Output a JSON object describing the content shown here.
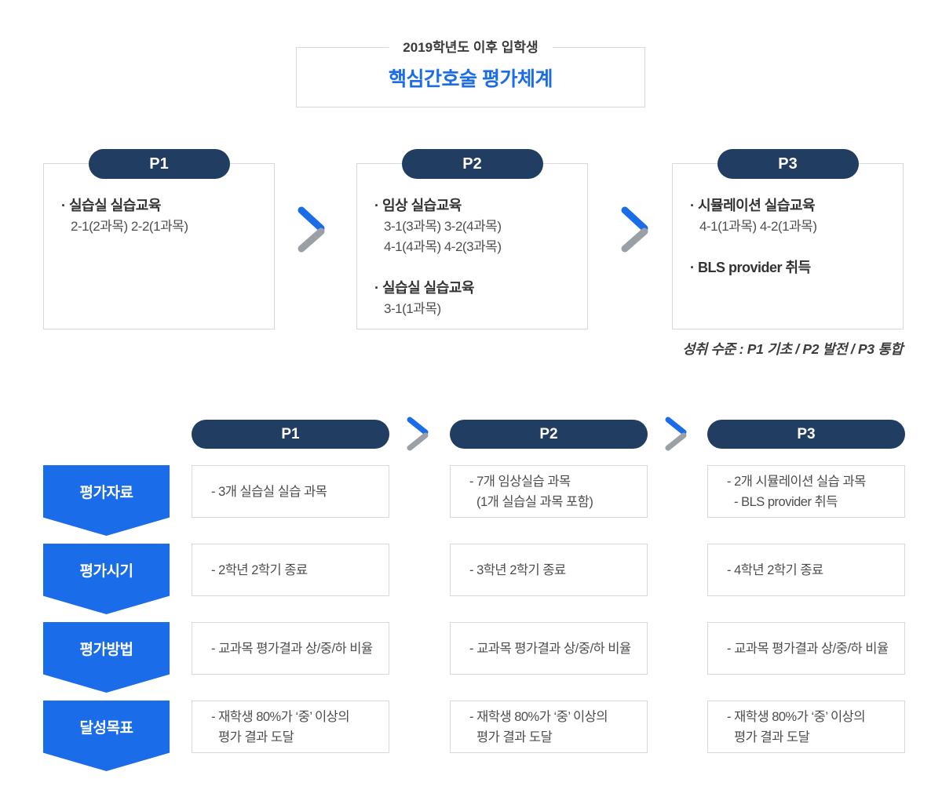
{
  "header": {
    "eyebrow": "2019학년도 이후 입학생",
    "title": "핵심간호술 평가체계"
  },
  "achievement_note": "성취 수준 : P1 기초 / P2  발전 / P3 통합",
  "phases": [
    {
      "label": "P1",
      "items": [
        {
          "title": "· 실습실 실습교육",
          "lines": [
            "2-1(2과목) 2-2(1과목)"
          ]
        }
      ]
    },
    {
      "label": "P2",
      "items": [
        {
          "title": "· 임상 실습교육",
          "lines": [
            "3-1(3과목) 3-2(4과목)",
            "4-1(4과목) 4-2(3과목)"
          ]
        },
        {
          "title": "· 실습실 실습교육",
          "lines": [
            "3-1(1과목)"
          ]
        }
      ]
    },
    {
      "label": "P3",
      "items": [
        {
          "title": "· 시뮬레이션 실습교육",
          "lines": [
            "4-1(1과목) 4-2(1과목)"
          ]
        },
        {
          "title": "· BLS provider 취득",
          "lines": []
        }
      ]
    }
  ],
  "matrix": {
    "columns": [
      "P1",
      "P2",
      "P3"
    ],
    "rows": [
      {
        "label": "평가자료",
        "cells": [
          [
            "- 3개 실습실 실습 과목"
          ],
          [
            "- 7개 임상실습 과목",
            "(1개 실습실 과목 포함)"
          ],
          [
            "- 2개 시뮬레이션 실습 과목",
            "- BLS provider 취득"
          ]
        ]
      },
      {
        "label": "평가시기",
        "cells": [
          [
            "- 2학년 2학기 종료"
          ],
          [
            "- 3학년 2학기 종료"
          ],
          [
            "- 4학년 2학기 종료"
          ]
        ]
      },
      {
        "label": "평가방법",
        "cells": [
          [
            "- 교과목 평가결과 상/중/하 비율"
          ],
          [
            "- 교과목 평가결과 상/중/하 비율"
          ],
          [
            "- 교과목 평가결과 상/중/하 비율"
          ]
        ]
      },
      {
        "label": "달성목표",
        "cells": [
          [
            "- 재학생 80%가 ‘중’ 이상의",
            "평가 결과 도달"
          ],
          [
            "- 재학생 80%가 ‘중’ 이상의",
            "평가 결과 도달"
          ],
          [
            "- 재학생 80%가 ‘중’ 이상의",
            "평가 결과 도달"
          ]
        ]
      }
    ]
  },
  "colors": {
    "navy_pill": "#213d61",
    "accent_blue": "#1b6ce8",
    "arrow_blue": "#1b6ce8",
    "arrow_gray": "#9aa0a6",
    "box_border": "#d9d9d9",
    "body_text": "#4d4d4d"
  }
}
